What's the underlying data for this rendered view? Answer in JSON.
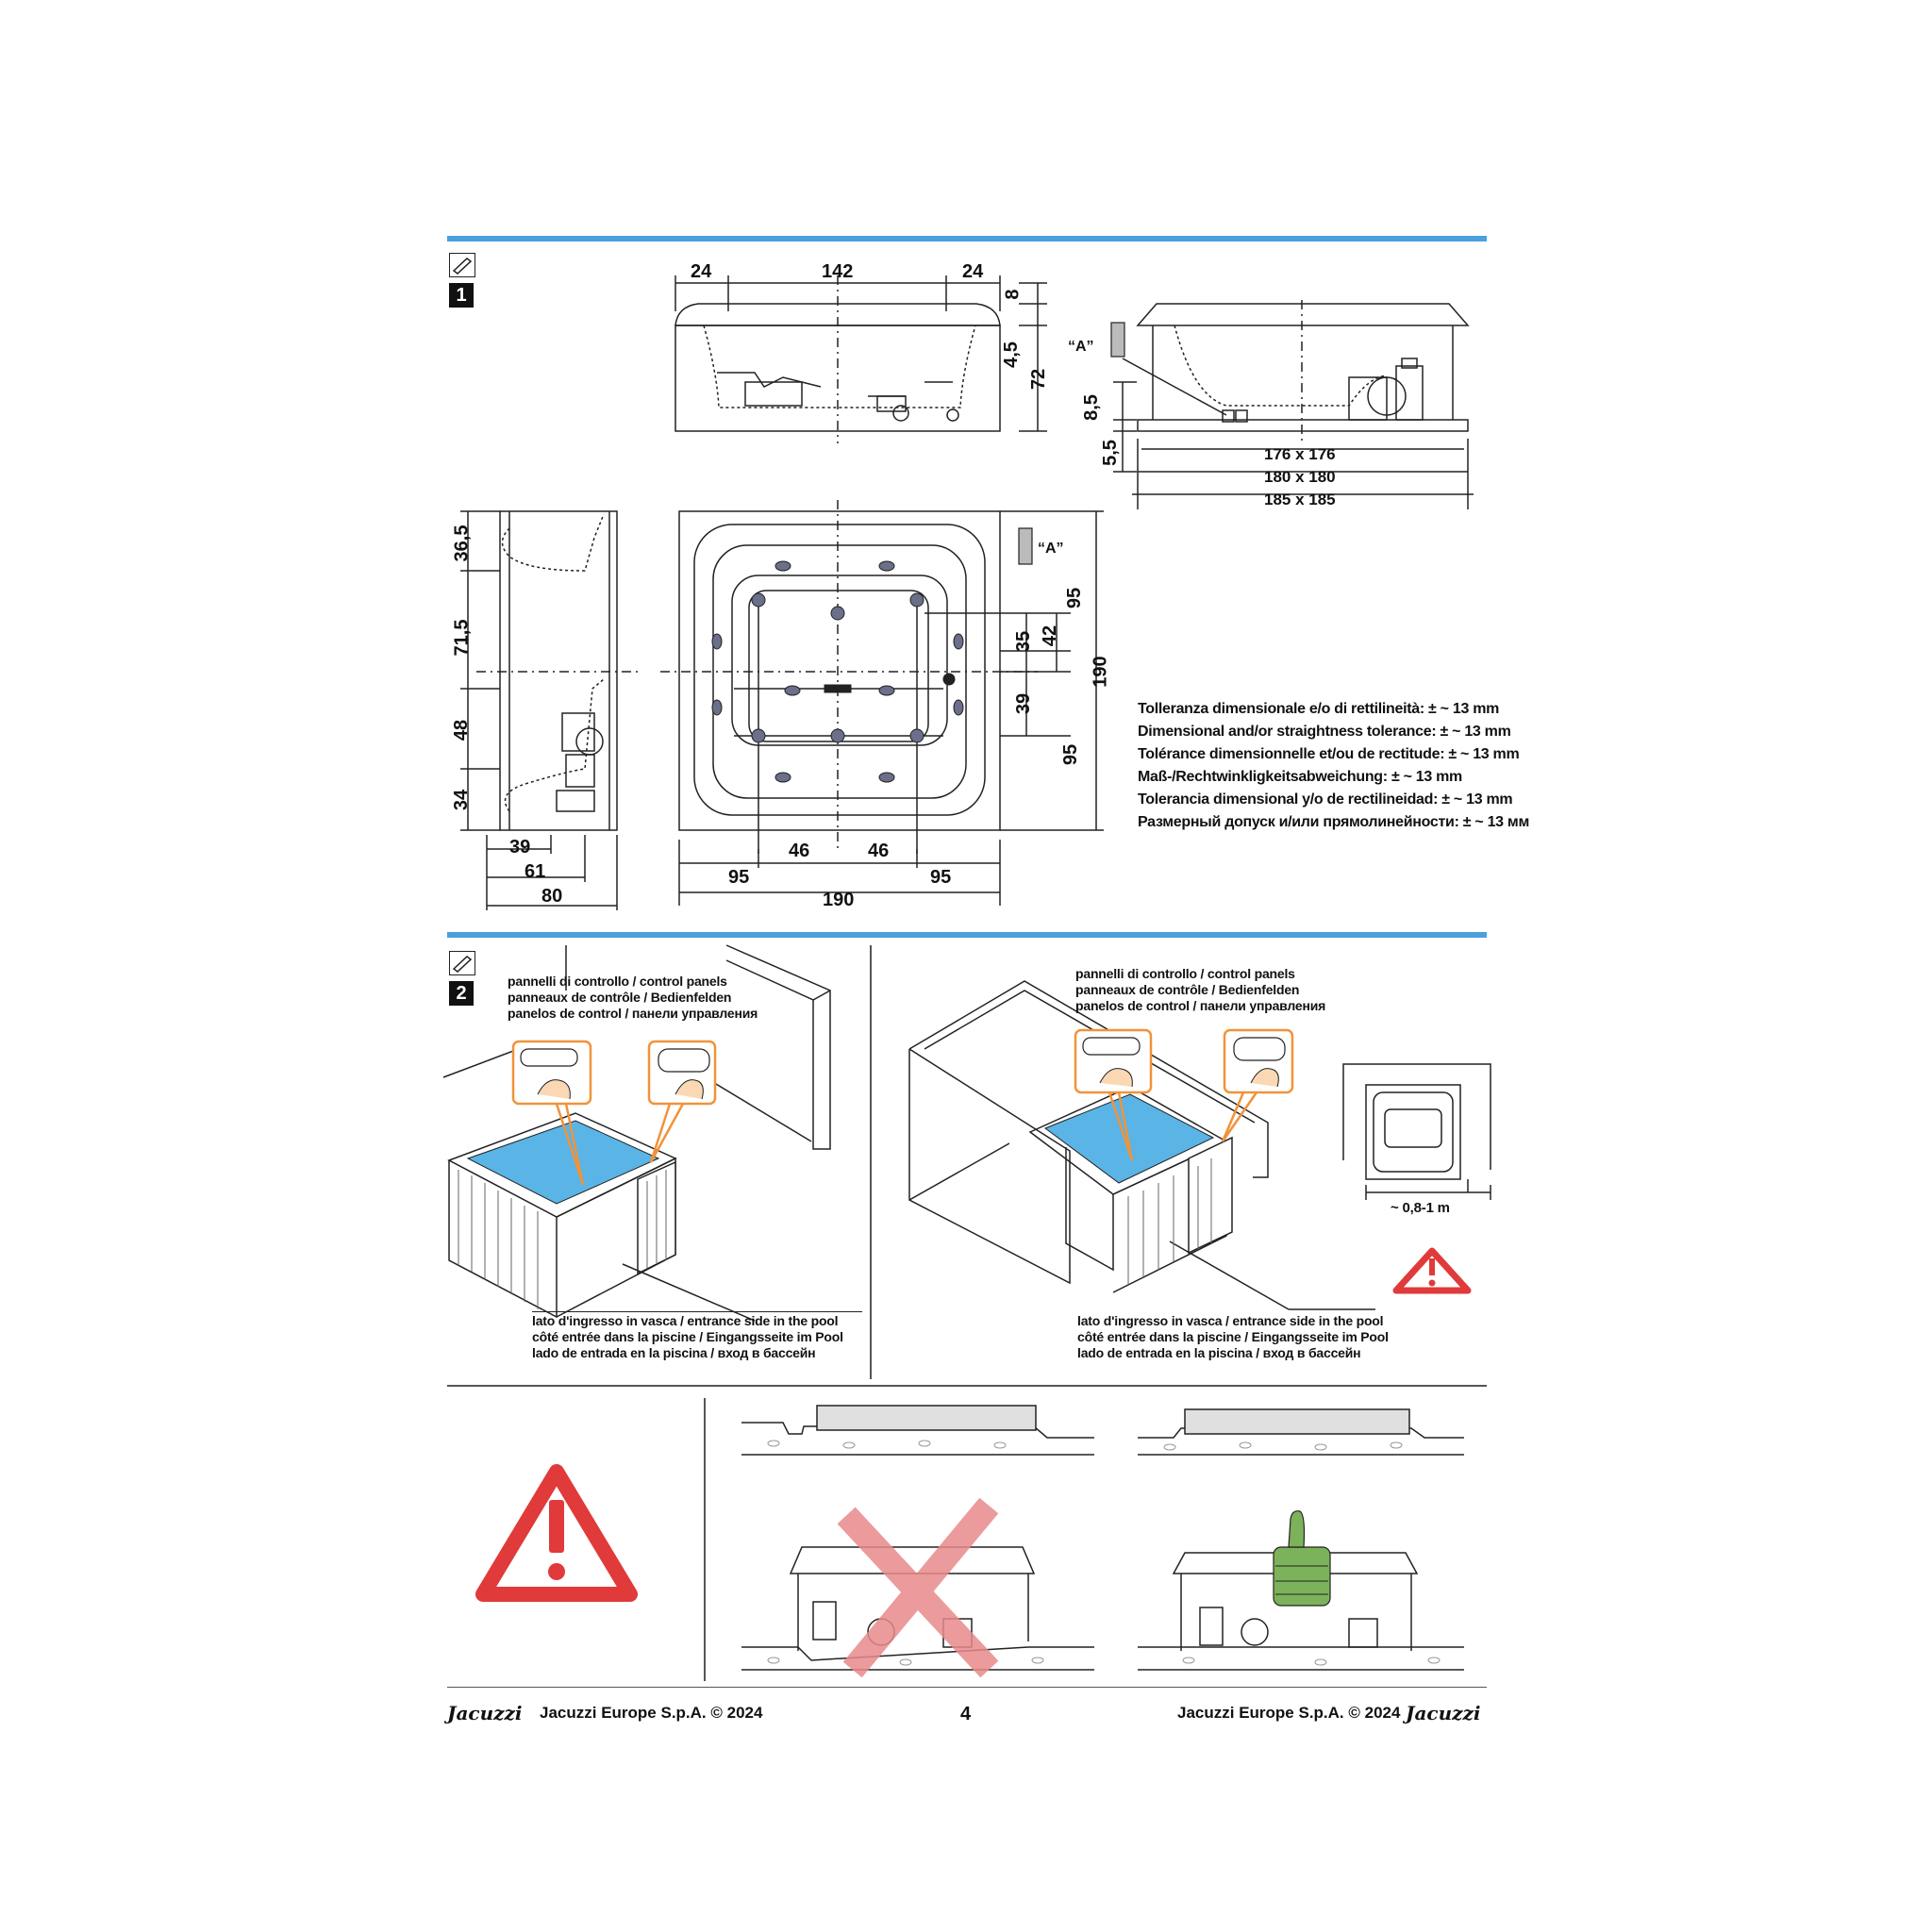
{
  "step1": {
    "number": "1"
  },
  "step2": {
    "number": "2"
  },
  "front_view": {
    "dims": {
      "left": "24",
      "center": "142",
      "right": "24",
      "top": "8",
      "rim": "4,5",
      "height": "72"
    }
  },
  "side_view": {
    "marker": "“A”",
    "dims": {
      "d1": "8,5",
      "d2": "5,5",
      "w1": "176 x 176",
      "w2": "180 x 180",
      "w3": "185 x 185"
    }
  },
  "section_view": {
    "dims": {
      "h1": "36,5",
      "h2": "71,5",
      "h3": "48",
      "h4": "34",
      "b1": "39",
      "b2": "61",
      "b3": "80"
    }
  },
  "plan_view": {
    "marker": "“A”",
    "dims": {
      "r1": "95",
      "r2": "35",
      "r3": "42",
      "r4": "39",
      "r5": "95",
      "total_h": "190",
      "b_l": "95",
      "b_ml": "46",
      "b_mr": "46",
      "b_r": "95",
      "total_w": "190"
    }
  },
  "tolerance_lines": [
    "Tolleranza dimensionale e/o di rettilineità: ± ~ 13 mm",
    "Dimensional and/or straightness tolerance: ± ~ 13 mm",
    "Tolérance dimensionnelle et/ou de rectitude: ± ~ 13 mm",
    "Maß-/Rechtwinkligkeitsabweichung: ± ~ 13 mm",
    "Tolerancia dimensional y/o de rectilineidad: ± ~ 13 mm",
    "Размерный допуск и/или прямолинейности: ± ~ 13 мм"
  ],
  "control_panels_label": [
    "pannelli di controllo / control panels",
    "panneaux de contrôle / Bedienfelden",
    "panelos de control / панели управления"
  ],
  "entrance_label": [
    "lato d'ingresso in vasca / entrance side in the pool",
    "côté entrée dans la piscine / Eingangsseite im Pool",
    "lado de entrada en la piscina / вход в бассейн"
  ],
  "clearance": "~ 0,8-1 m",
  "footer": {
    "brand": "Jacuzzi",
    "left_company": "Jacuzzi Europe S.p.A. © 2024",
    "page_number": "4",
    "right_company": "Jacuzzi Europe S.p.A. © 2024"
  },
  "colors": {
    "accent_blue": "#4a9fdc",
    "warning_red": "#e03a3a",
    "water": "#5ab4e6",
    "ok_green": "#7cb25a",
    "cross_red": "#e88a8a"
  }
}
